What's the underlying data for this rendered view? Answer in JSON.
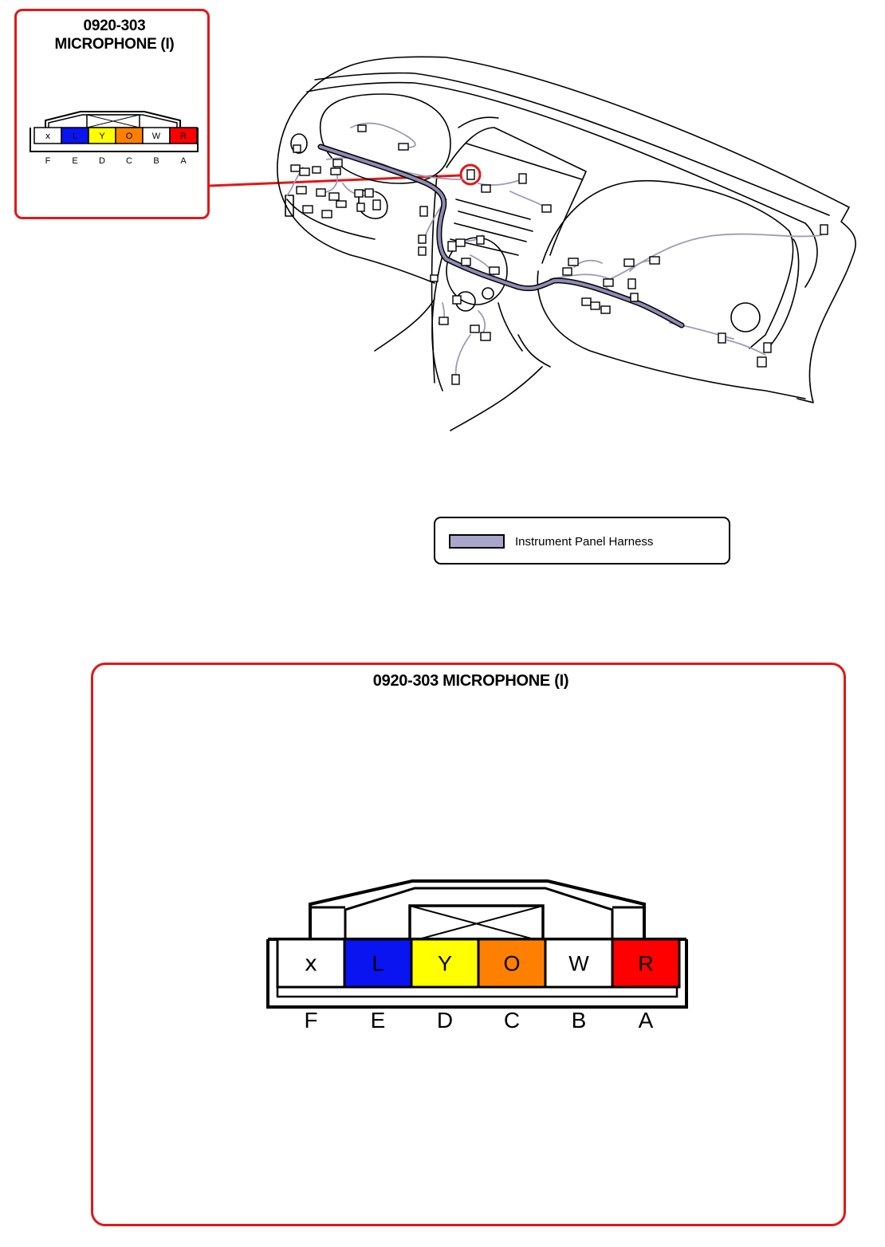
{
  "callout": {
    "part_number": "0920-303",
    "name": "MICROPHONE (I)"
  },
  "connector": {
    "title": "0920-303 MICROPHONE (I)",
    "pins": [
      {
        "position": "F",
        "wire": "ⅹ",
        "color": "#ffffff",
        "text_color": "#000000"
      },
      {
        "position": "E",
        "wire": "L",
        "color": "#0a14f0",
        "text_color": "#000000"
      },
      {
        "position": "D",
        "wire": "Y",
        "color": "#ffff00",
        "text_color": "#000000"
      },
      {
        "position": "C",
        "wire": "O",
        "color": "#ff8000",
        "text_color": "#000000"
      },
      {
        "position": "B",
        "wire": "W",
        "color": "#ffffff",
        "text_color": "#000000"
      },
      {
        "position": "A",
        "wire": "R",
        "color": "#ff0000",
        "text_color": "#000000"
      }
    ]
  },
  "legend": {
    "label": "Instrument Panel Harness",
    "swatch_color": "#a9a6cc"
  },
  "colors": {
    "callout_border": "#e01818",
    "harness_main": "#5a5878",
    "harness_branch": "#9c9ab8"
  }
}
